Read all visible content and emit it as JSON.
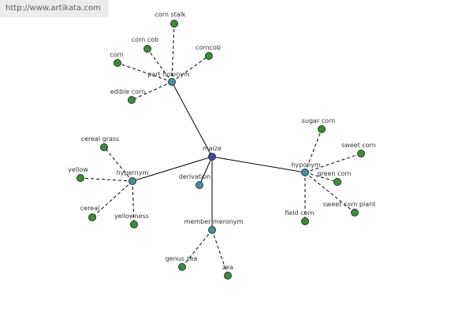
{
  "watermark": "http://www.artikata.com",
  "root": {
    "label": "maize"
  },
  "relations": {
    "part_holonym": {
      "label": "part holonym"
    },
    "hypernym": {
      "label": "hypernym"
    },
    "derivation": {
      "label": "derivation"
    },
    "member_meronym": {
      "label": "member meronym"
    },
    "hyponym": {
      "label": "hyponym"
    }
  },
  "leaves": {
    "part_holonym": [
      "corn stalk",
      "corn cob",
      "corncob",
      "corn",
      "edible corn"
    ],
    "hypernym": [
      "cereal grass",
      "yellow",
      "cereal",
      "yellowness"
    ],
    "member_meronym": [
      "genus zea",
      "zea"
    ],
    "hyponym": [
      "sugar corn",
      "sweet corn",
      "green corn",
      "sweet corn plant",
      "field corn"
    ]
  },
  "colors": {
    "leaf_node": "#3f8a3f",
    "relation_node": "#4a8d95",
    "root_node": "#3b4e9c"
  }
}
